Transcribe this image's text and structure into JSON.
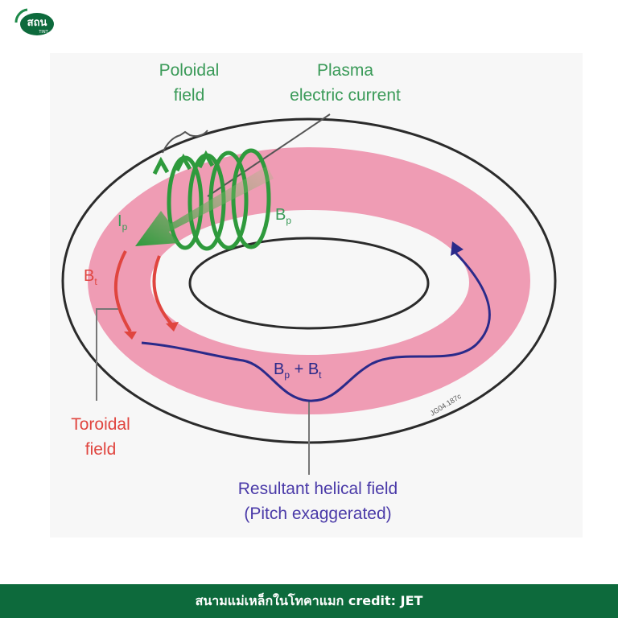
{
  "logo": {
    "main_text": "สถน",
    "sub_text": "TINT"
  },
  "labels": {
    "poloidal": "Poloidal\nfield",
    "plasma": "Plasma\nelectric current",
    "ip": "I",
    "ip_sub": "p",
    "bp": "B",
    "bp_sub": "p",
    "bt": "B",
    "bt_sub": "t",
    "sum_b1": "B",
    "sum_b1_sub": "p",
    "sum_plus": " + ",
    "sum_b2": "B",
    "sum_b2_sub": "t",
    "toroidal": "Toroidal\nfield",
    "resultant": "Resultant helical field\n(Pitch exaggerated)",
    "stamp": "JG04.187c"
  },
  "footer": {
    "caption": "สนามแม่เหล็กในโทคาแมก credit: JET"
  },
  "colors": {
    "green": "#3a9a58",
    "red": "#e0453f",
    "navy": "#2a2a8a",
    "pink": "#ef9cb4",
    "footer_bg": "#0d6a3c"
  }
}
